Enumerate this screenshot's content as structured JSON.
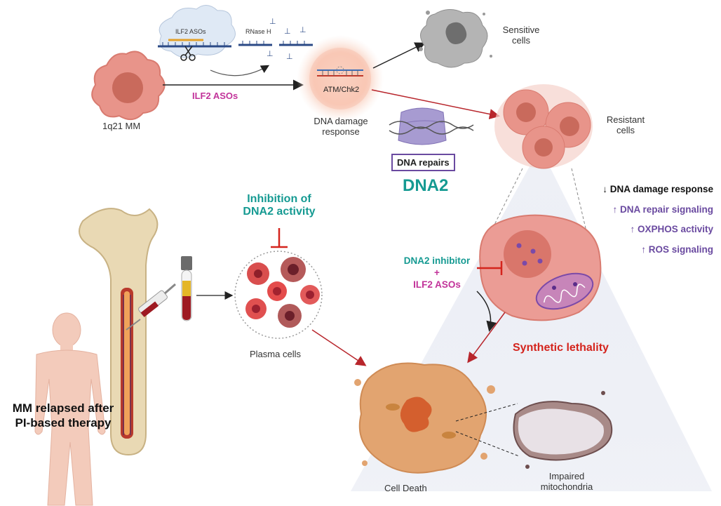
{
  "labels": {
    "ilf2_asos_tag": "ILF2 ASOs",
    "rnase_h": "RNase H",
    "ilf2_asos_arrow": "ILF2 ASOs",
    "mm_1q21": "1q21 MM",
    "atm_chk2": "ATM/Chk2",
    "dna_damage_response": [
      "DNA damage",
      "response"
    ],
    "sensitive_cells": [
      "Sensitive",
      "cells"
    ],
    "resistant_cells": [
      "Resistant",
      "cells"
    ],
    "dna_repairs": "DNA repairs",
    "dna2": "DNA2",
    "inhibition": [
      "Inhibition of",
      "DNA2 activity"
    ],
    "effects": [
      {
        "arrow": "↓",
        "text": "DNA damage response",
        "color": "#111111"
      },
      {
        "arrow": "↑",
        "text": "DNA repair signaling",
        "color": "#6a4aa0"
      },
      {
        "arrow": "↑",
        "text": "OXPHOS activity",
        "color": "#6a4aa0"
      },
      {
        "arrow": "↑",
        "text": "ROS signaling",
        "color": "#6a4aa0"
      }
    ],
    "combo": [
      "DNA2 inhibitor",
      "+",
      "ILF2 ASOs"
    ],
    "plasma_cells": "Plasma cells",
    "synthetic_lethality": "Synthetic lethality",
    "mm_relapsed": [
      "MM relapsed after",
      "PI-based therapy"
    ],
    "cell_death": "Cell Death",
    "impaired_mito": [
      "Impaired",
      "mitochondria"
    ]
  },
  "colors": {
    "cell_fill": "#e8948a",
    "cell_nucleus": "#c96a5c",
    "teal": "#159a92",
    "purple": "#6a4aa0",
    "pink": "#c2339a",
    "red": "#d4241d",
    "bone": "#e9d9b4",
    "dead_cell": "#e2a470",
    "body": "#f3cbbb"
  }
}
